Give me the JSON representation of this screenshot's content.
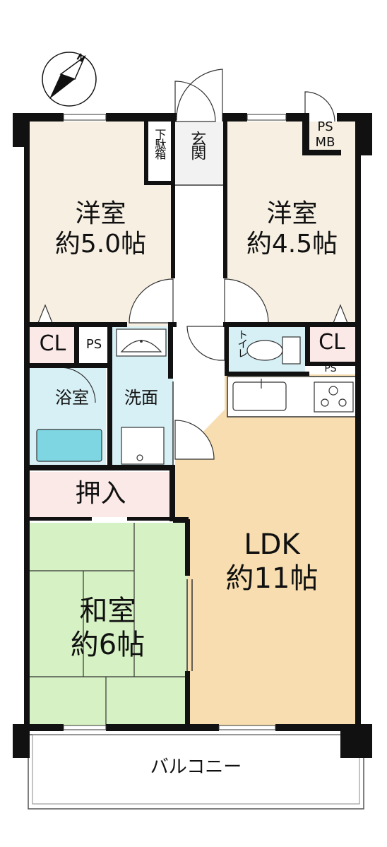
{
  "compass": {
    "north": "N"
  },
  "rooms": {
    "western_left": {
      "name": "洋室",
      "size": "約5.0帖"
    },
    "western_right": {
      "name": "洋室",
      "size": "約4.5帖"
    },
    "japanese": {
      "name": "和室",
      "size": "約6帖"
    },
    "ldk": {
      "name": "LDK",
      "size": "約11帖"
    },
    "bath": {
      "name": "浴室"
    },
    "washroom": {
      "name": "洗面"
    },
    "toilet": {
      "name": "トイレ"
    },
    "entrance": {
      "name": "玄関"
    },
    "shoe_box": {
      "name": "下駄箱"
    },
    "oshiire": {
      "name": "押入"
    },
    "balcony": {
      "name": "バルコニー"
    }
  },
  "labels": {
    "closet_left": "CL",
    "closet_right": "CL",
    "ps_left": "PS",
    "ps_right": "PS",
    "ps_mb": [
      "PS",
      "MB"
    ]
  },
  "colors": {
    "wall": "#111111",
    "western": "#f6efe2",
    "japanese": "#d6f2c4",
    "ldk": "#f7ddb0",
    "wet": "#d7f0f5",
    "oshiire": "#fbe9e7",
    "closet": "#fbe9e7",
    "tub": "#7fd6e3"
  }
}
